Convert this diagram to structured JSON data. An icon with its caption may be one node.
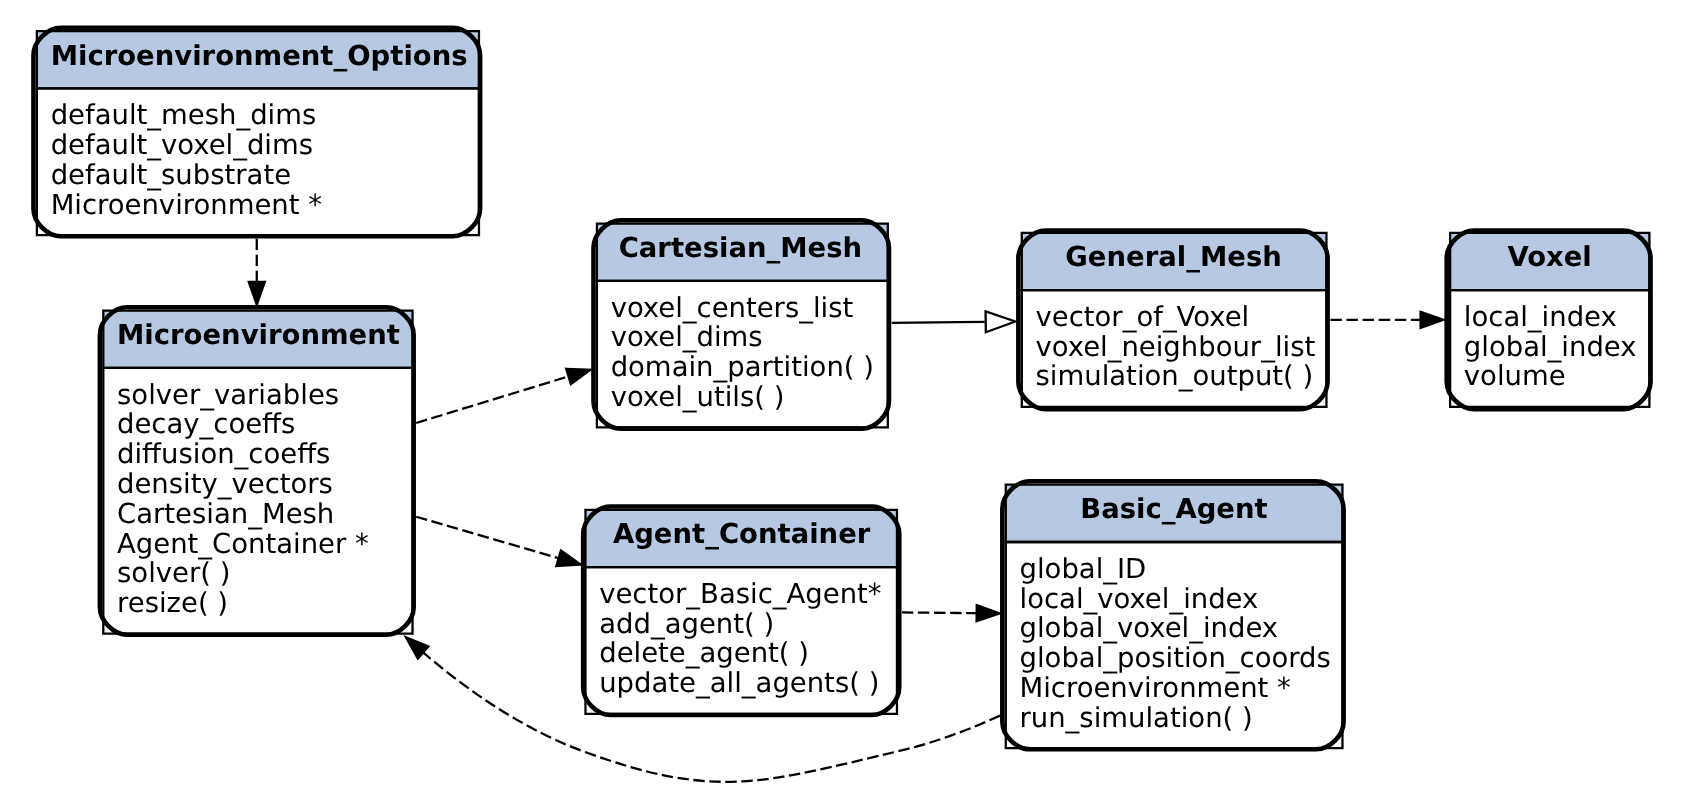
{
  "diagram": {
    "nodes": [
      {
        "text": [
          "Microenvironment_Options",
          "default_mesh_dims",
          "default_voxel_dims",
          "default_substrate",
          "Microenvironment *"
        ]
      },
      {
        "text": [
          "Cartesian_Mesh",
          "voxel_centers_list",
          "voxel_dims",
          "domain_partition( )",
          "voxel_utils( )"
        ]
      },
      {
        "text": [
          "General_Mesh",
          "vector_of_Voxel",
          "voxel_neighbour_list",
          "simulation_output( )"
        ]
      },
      {
        "text": [
          "Voxel",
          "local_index",
          "global_index",
          "volume"
        ]
      },
      {
        "text": [
          "Microenvironment",
          "solver_variables",
          "decay_coeffs",
          "diffusion_coeffs",
          "density_vectors",
          "Cartesian_Mesh",
          "Agent_Container *",
          "solver( )",
          "resize( )"
        ]
      },
      {
        "text": [
          "Agent_Container",
          "vector_Basic_Agent*",
          "add_agent( )",
          "delete_agent( )",
          "update_all_agents( )"
        ]
      },
      {
        "text": [
          "Basic_Agent",
          "global_ID",
          "local_voxel_index",
          "global_voxel_index",
          "global_position_coords",
          "Microenvironment *",
          "run_simulation( )"
        ]
      }
    ],
    "edges": [
      {
        "from": 0,
        "to": 4,
        "arrow": "to",
        "style": "dashed"
      },
      {
        "from": 4,
        "to": 1,
        "arrow": "to",
        "style": "dashed"
      },
      {
        "from": 1,
        "to": 2,
        "arrow": "to"
      },
      {
        "from": 2,
        "to": 3,
        "arrow": "to",
        "style": "dashed"
      },
      {
        "from": 4,
        "to": 5,
        "arrow": "to",
        "style": "dashed"
      },
      {
        "from": 5,
        "to": 6,
        "arrow": "to",
        "style": "dashed"
      },
      {
        "from": 6,
        "to": 4,
        "arrow": "to",
        "style": "dashed"
      }
    ]
  }
}
